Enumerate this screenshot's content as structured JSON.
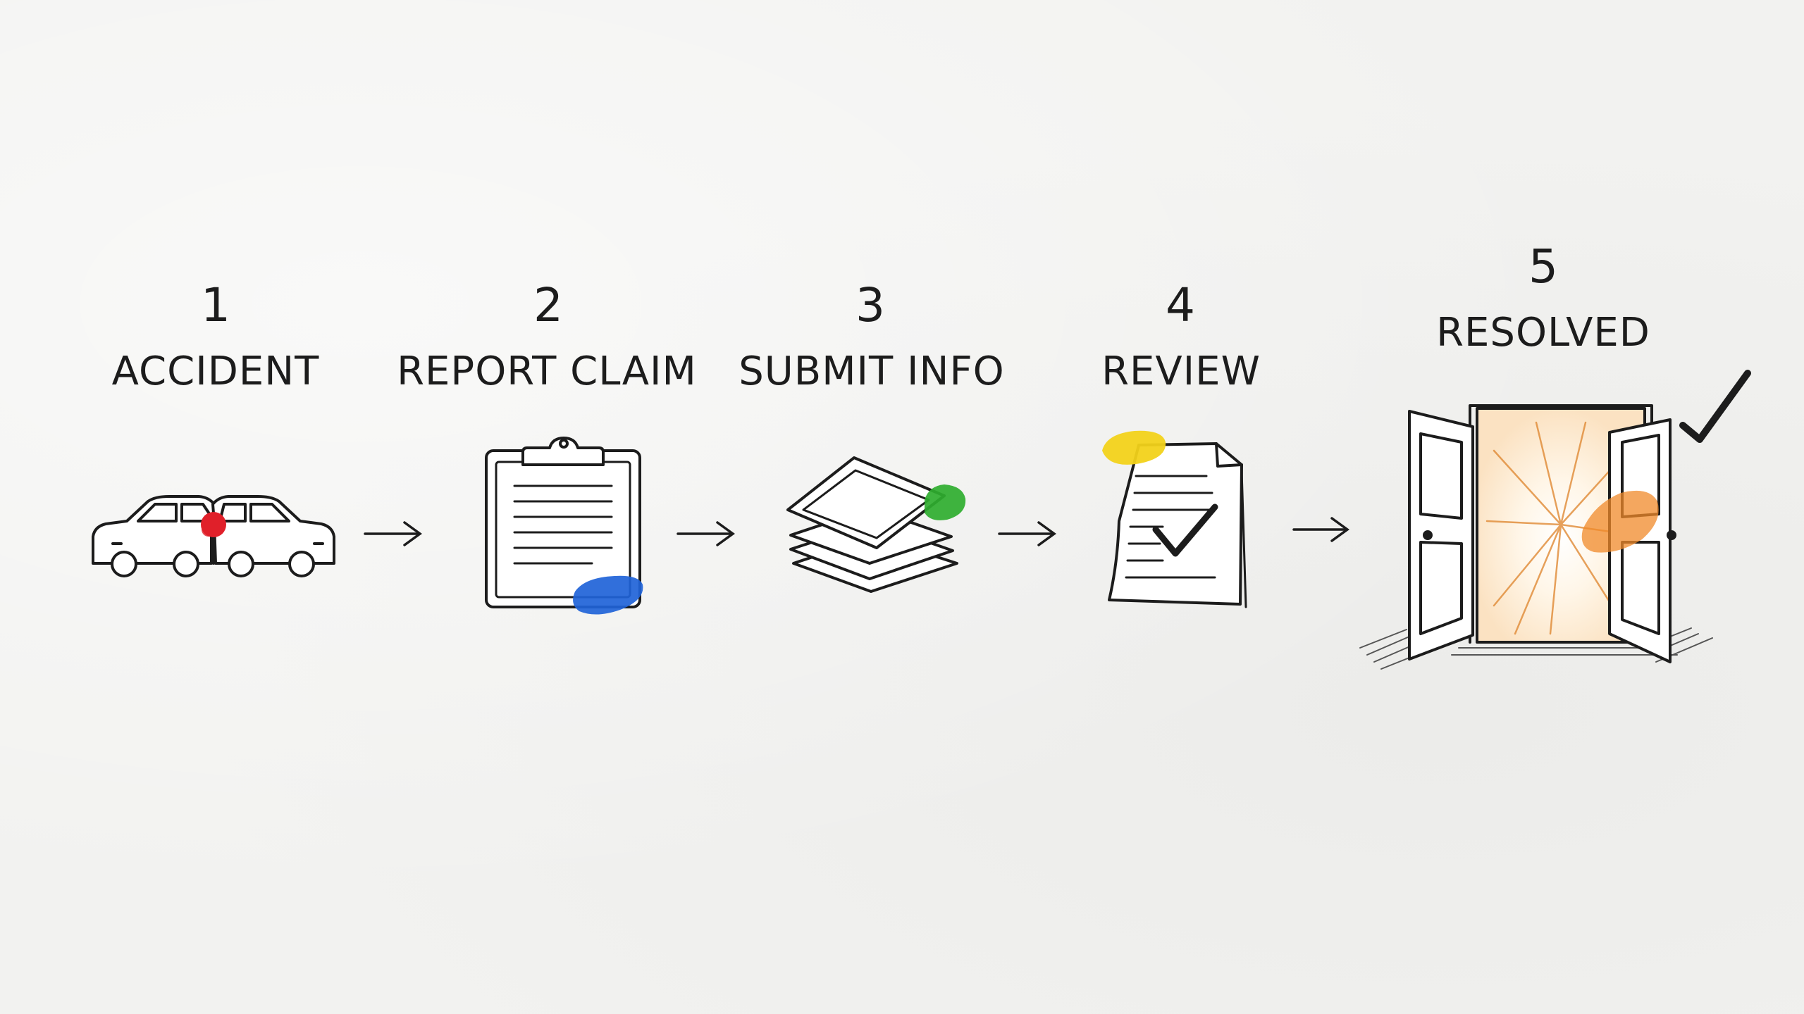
{
  "steps": [
    {
      "number": "1",
      "label": "ACCIDENT",
      "icon": "car-collision-icon",
      "accent": "#e0202a"
    },
    {
      "number": "2",
      "label": "REPORT CLAIM",
      "icon": "clipboard-icon",
      "accent": "#1f63d8"
    },
    {
      "number": "3",
      "label": "SUBMIT INFO",
      "icon": "paper-stack-icon",
      "accent": "#2fae2f"
    },
    {
      "number": "4",
      "label": "REVIEW",
      "icon": "checked-document-icon",
      "accent": "#f2d21a"
    },
    {
      "number": "5",
      "label": "RESOLVED",
      "icon": "open-door-icon",
      "accent": "#f08a2a"
    }
  ],
  "connector_icon": "arrow-right-icon",
  "colors": {
    "ink": "#1c1c1c",
    "paper": "#f2f2f0"
  }
}
